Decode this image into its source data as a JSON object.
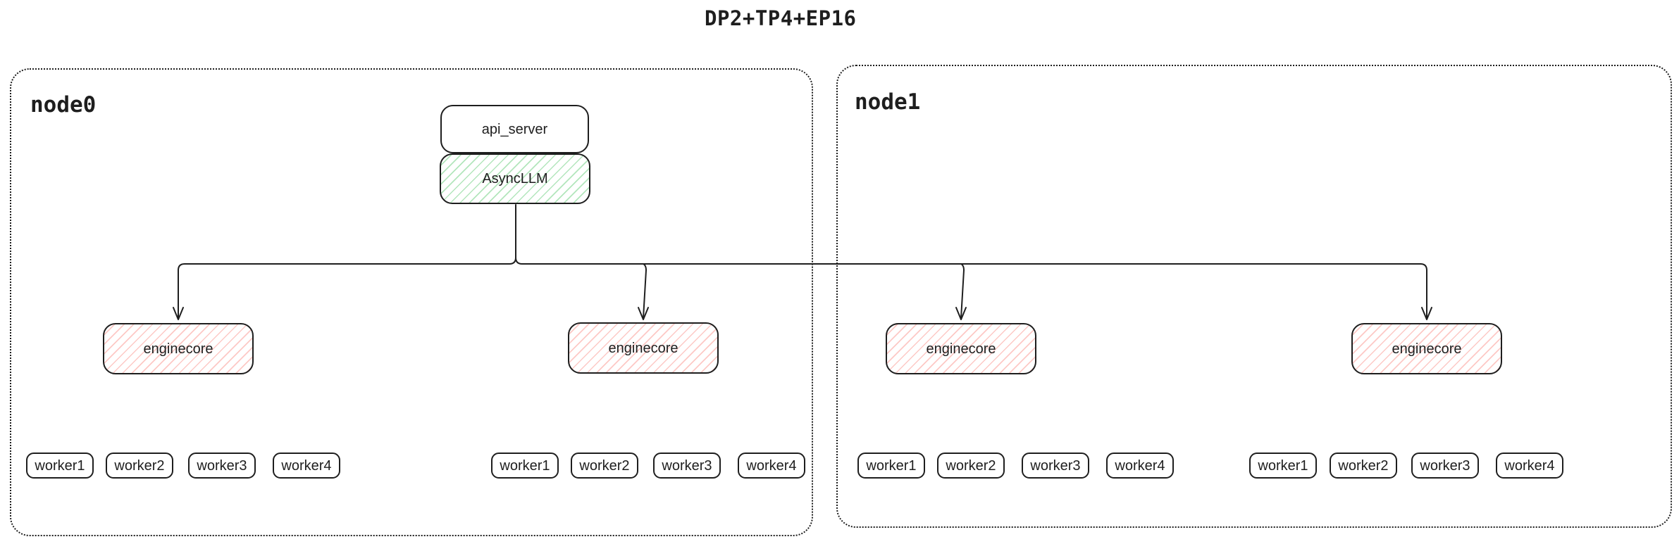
{
  "title": "DP2+TP4+EP16",
  "nodes": [
    {
      "label": "node0"
    },
    {
      "label": "node1"
    }
  ],
  "api_server": {
    "label": "api_server"
  },
  "async_llm": {
    "label": "AsyncLLM"
  },
  "enginecores": [
    {
      "label": "enginecore"
    },
    {
      "label": "enginecore"
    },
    {
      "label": "enginecore"
    },
    {
      "label": "enginecore"
    }
  ],
  "worker_groups": [
    {
      "workers": [
        "worker1",
        "worker2",
        "worker3",
        "worker4"
      ]
    },
    {
      "workers": [
        "worker1",
        "worker2",
        "worker3",
        "worker4"
      ]
    },
    {
      "workers": [
        "worker1",
        "worker2",
        "worker3",
        "worker4"
      ]
    },
    {
      "workers": [
        "worker1",
        "worker2",
        "worker3",
        "worker4"
      ]
    }
  ],
  "colors": {
    "stroke": "#1e1e1e",
    "async_llm_hatch": "#40c057",
    "enginecore_hatch": "#fa6458",
    "background": "#ffffff"
  }
}
